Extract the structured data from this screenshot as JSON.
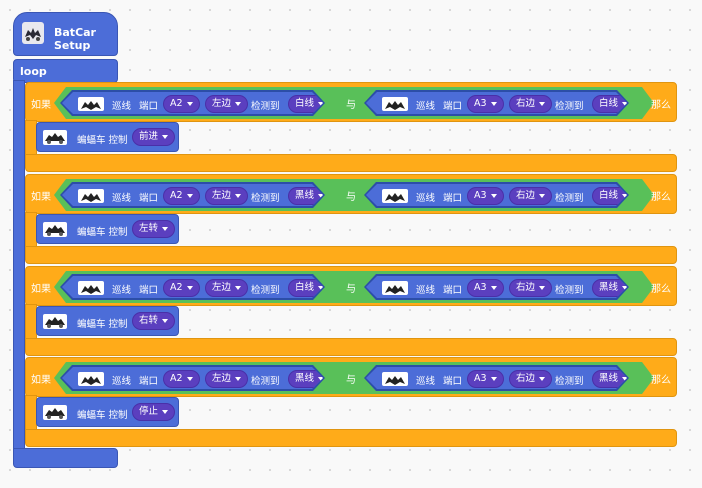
{
  "hat": {
    "label": "BatCar Setup",
    "icon": "batcar-icon"
  },
  "loop": {
    "label": "loop"
  },
  "if_word": "如果",
  "then_word": "那么",
  "and_word": "与",
  "sensor": {
    "name": "巡线",
    "port_label": "端口",
    "detect_label": "检测到"
  },
  "action": {
    "name": "蝙蝠车 控制"
  },
  "blocks": [
    {
      "left": {
        "port": "A2",
        "side": "左边",
        "color": "白线"
      },
      "right": {
        "port": "A3",
        "side": "右边",
        "color": "白线"
      },
      "action": "前进"
    },
    {
      "left": {
        "port": "A2",
        "side": "左边",
        "color": "黑线"
      },
      "right": {
        "port": "A3",
        "side": "右边",
        "color": "白线"
      },
      "action": "左转"
    },
    {
      "left": {
        "port": "A2",
        "side": "左边",
        "color": "白线"
      },
      "right": {
        "port": "A3",
        "side": "右边",
        "color": "黑线"
      },
      "action": "右转"
    },
    {
      "left": {
        "port": "A2",
        "side": "左边",
        "color": "黑线"
      },
      "right": {
        "port": "A3",
        "side": "右边",
        "color": "黑线"
      },
      "action": "停止"
    }
  ],
  "colors": {
    "control": "#ffab19",
    "operator": "#59c059",
    "sensor": "#4c6dd8",
    "dropdown": "#5b3fbf"
  }
}
